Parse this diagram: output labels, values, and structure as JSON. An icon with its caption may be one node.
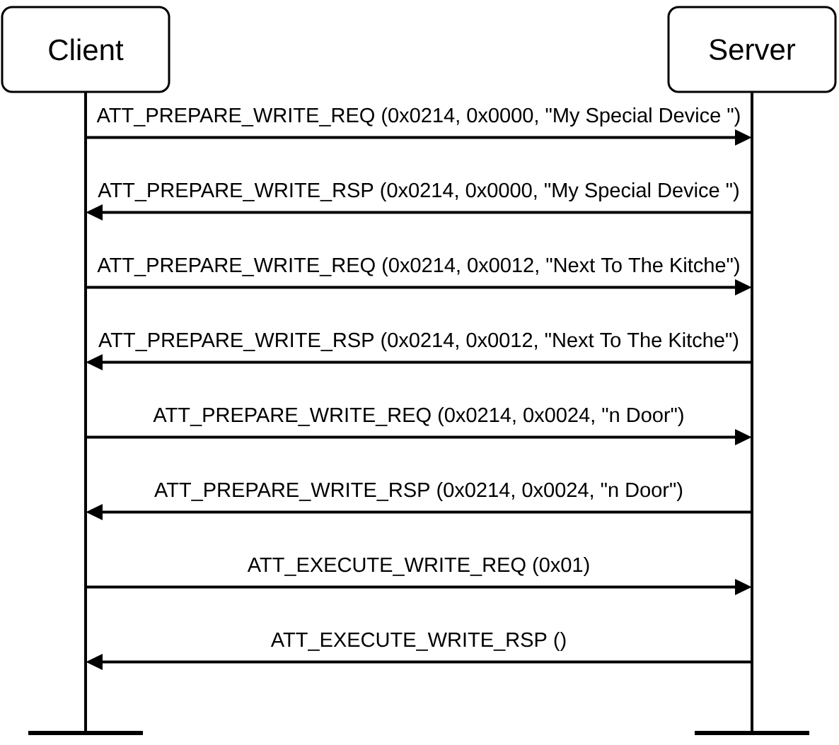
{
  "diagram": {
    "nodes": [
      {
        "text": [
          "Client"
        ]
      },
      {
        "text": [
          "Server"
        ]
      }
    ],
    "edges": [
      {
        "from": 0,
        "to": 1,
        "arrow": "to",
        "label": "ATT_PREPARE_WRITE_REQ (0x0214, 0x0000, \"My Special Device \")"
      },
      {
        "from": 1,
        "to": 0,
        "arrow": "to",
        "label": "ATT_PREPARE_WRITE_RSP (0x0214, 0x0000, \"My Special Device \")"
      },
      {
        "from": 0,
        "to": 1,
        "arrow": "to",
        "label": "ATT_PREPARE_WRITE_REQ (0x0214, 0x0012, \"Next To The Kitche\")"
      },
      {
        "from": 1,
        "to": 0,
        "arrow": "to",
        "label": "ATT_PREPARE_WRITE_RSP (0x0214, 0x0012, \"Next To The Kitche\")"
      },
      {
        "from": 0,
        "to": 1,
        "arrow": "to",
        "label": "ATT_PREPARE_WRITE_REQ (0x0214, 0x0024, \"n Door\")"
      },
      {
        "from": 1,
        "to": 0,
        "arrow": "to",
        "label": "ATT_PREPARE_WRITE_RSP (0x0214, 0x0024, \"n Door\")"
      },
      {
        "from": 0,
        "to": 1,
        "arrow": "to",
        "label": "ATT_EXECUTE_WRITE_REQ (0x01)"
      },
      {
        "from": 1,
        "to": 0,
        "arrow": "to",
        "label": "ATT_EXECUTE_WRITE_RSP ()"
      }
    ]
  }
}
